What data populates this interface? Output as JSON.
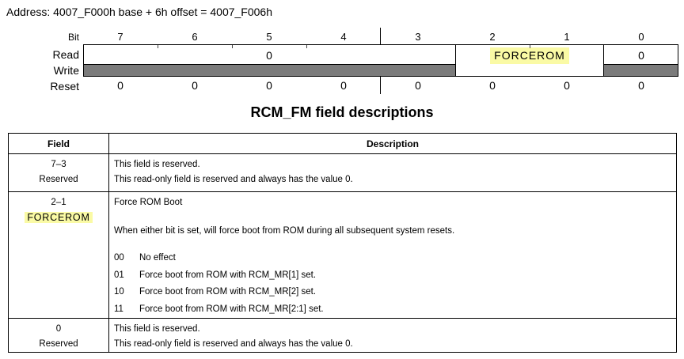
{
  "address_line": "Address: 4007_F000h base + 6h offset = 4007_F006h",
  "register_diagram": {
    "row_labels": {
      "bit": "Bit",
      "read": "Read",
      "write": "Write",
      "reset": "Reset"
    },
    "bit_numbers": [
      "7",
      "6",
      "5",
      "4",
      "3",
      "2",
      "1",
      "0"
    ],
    "read_reserved_high": "0",
    "field_name": "FORCEROM",
    "read_reserved_low": "0",
    "reset_values": [
      "0",
      "0",
      "0",
      "0",
      "0",
      "0",
      "0",
      "0"
    ],
    "colors": {
      "write_gray": "#7b7b7b",
      "highlight_yellow": "#fafaa5"
    }
  },
  "table_title": "RCM_FM field descriptions",
  "field_table": {
    "headers": {
      "field": "Field",
      "description": "Description"
    },
    "rows": [
      {
        "bits": "7–3",
        "name": "Reserved",
        "description_lines": [
          "This field is reserved.",
          "This read-only field is reserved and always has the value 0."
        ]
      },
      {
        "bits": "2–1",
        "name": "FORCEROM",
        "description_intro": "Force ROM Boot",
        "description_body": "When either bit is set, will force boot from ROM during all subsequent system resets.",
        "values": [
          {
            "code": "00",
            "meaning": "No effect"
          },
          {
            "code": "01",
            "meaning": "Force boot from ROM with RCM_MR[1] set."
          },
          {
            "code": "10",
            "meaning": "Force boot from ROM with RCM_MR[2] set."
          },
          {
            "code": "11",
            "meaning": "Force boot from ROM with RCM_MR[2:1] set."
          }
        ]
      },
      {
        "bits": "0",
        "name": "Reserved",
        "description_lines": [
          "This field is reserved.",
          "This read-only field is reserved and always has the value 0."
        ]
      }
    ]
  }
}
